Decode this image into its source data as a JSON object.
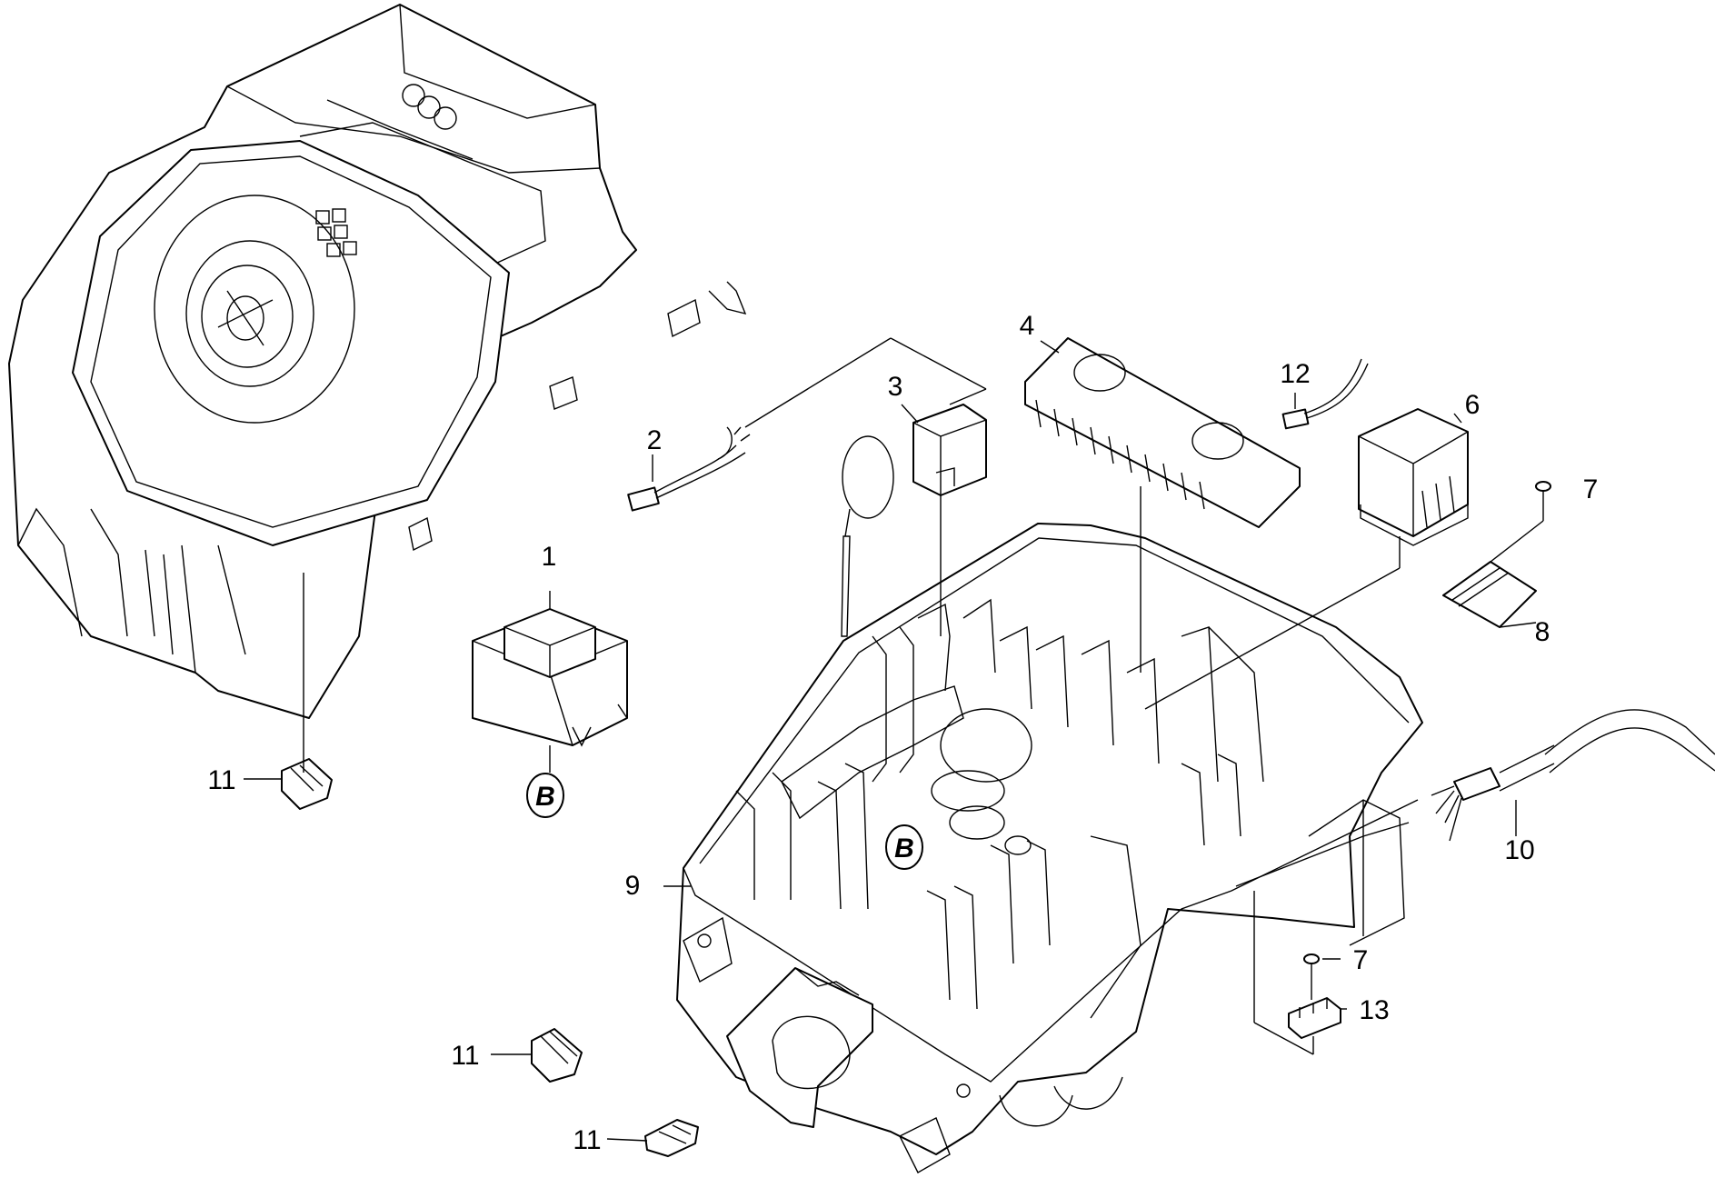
{
  "callouts": {
    "c1": "1",
    "c2": "2",
    "c3": "3",
    "c4": "4",
    "c6": "6",
    "c7a": "7",
    "c7b": "7",
    "c8": "8",
    "c9": "9",
    "c10": "10",
    "c11a": "11",
    "c11b": "11",
    "c11c": "11",
    "c12": "12",
    "c13": "13"
  },
  "badges": {
    "transformer_badge": "B",
    "housing_badge": "B"
  }
}
